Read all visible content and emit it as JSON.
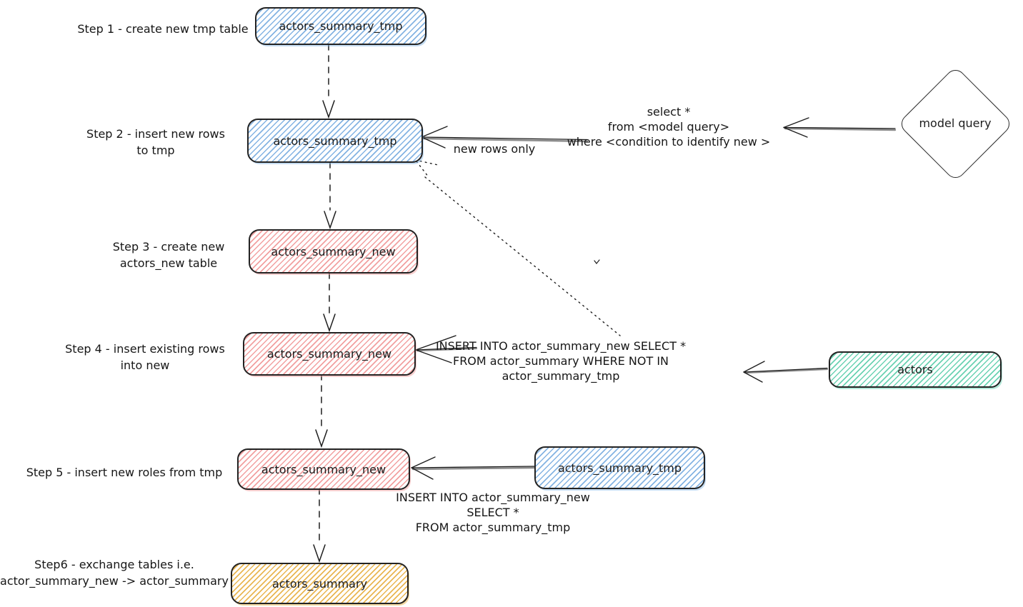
{
  "diagram": {
    "type": "flowchart",
    "background": "#ffffff",
    "colors": {
      "stroke": "#1e1e1e",
      "blue_hatch": "#7daee3",
      "pink_hatch": "#f09a9a",
      "green_hatch": "#5fcfae",
      "yellow_hatch": "#e8b248"
    },
    "nodes": {
      "step1_box": {
        "label": "actors_summary_tmp",
        "color": "blue"
      },
      "step2_box": {
        "label": "actors_summary_tmp",
        "color": "blue"
      },
      "step3_box": {
        "label": "actors_summary_new",
        "color": "pink"
      },
      "step4_box": {
        "label": "actors_summary_new",
        "color": "pink"
      },
      "step5_box": {
        "label": "actors_summary_new",
        "color": "pink"
      },
      "step6_box": {
        "label": "actors_summary",
        "color": "yellow"
      },
      "tmp_source_box": {
        "label": "actors_summary_tmp",
        "color": "blue"
      },
      "actors_box": {
        "label": "actors",
        "color": "green"
      },
      "model_query_diamond": {
        "label": "model query",
        "color": "white"
      }
    },
    "step_labels": {
      "step1": {
        "line1": "Step 1 - create new tmp table"
      },
      "step2": {
        "line1": "Step 2 - insert new rows",
        "line2": "to tmp"
      },
      "step3": {
        "line1": "Step 3 - create new",
        "line2": "actors_new table"
      },
      "step4": {
        "line1": "Step 4 - insert existing rows",
        "line2": "into new"
      },
      "step5": {
        "line1": "Step 5 - insert new roles from tmp"
      },
      "step6": {
        "line1": "Step6 - exchange tables i.e.",
        "line2": "actor_summary_new -> actor_summary"
      }
    },
    "annotations": {
      "model_query_sql": {
        "line1": "select *",
        "line2": "from <model query>",
        "line3": "where <condition to identify new >"
      },
      "new_rows_label": "new rows only",
      "step4_sql": {
        "line1": "INSERT INTO actor_summary_new SELECT *",
        "line2": "FROM actor_summary WHERE NOT IN",
        "line3": "actor_summary_tmp"
      },
      "step5_sql": {
        "line1": "INSERT INTO actor_summary_new",
        "line2": "SELECT *",
        "line3": "FROM actor_summary_tmp"
      }
    }
  }
}
